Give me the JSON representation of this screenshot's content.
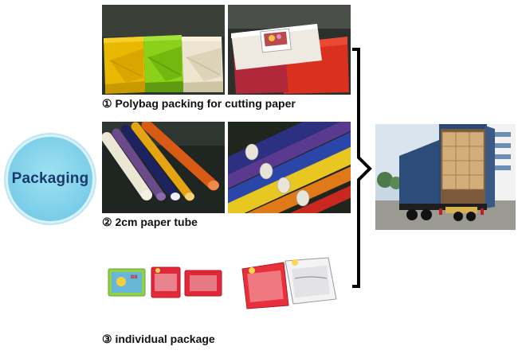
{
  "center_label": "Packaging",
  "sections": [
    {
      "caption": "① Polybag packing for cutting paper"
    },
    {
      "caption": "② 2cm paper tube"
    },
    {
      "caption": "③ individual package"
    }
  ],
  "package_labels": {
    "bag_text": "BB"
  }
}
